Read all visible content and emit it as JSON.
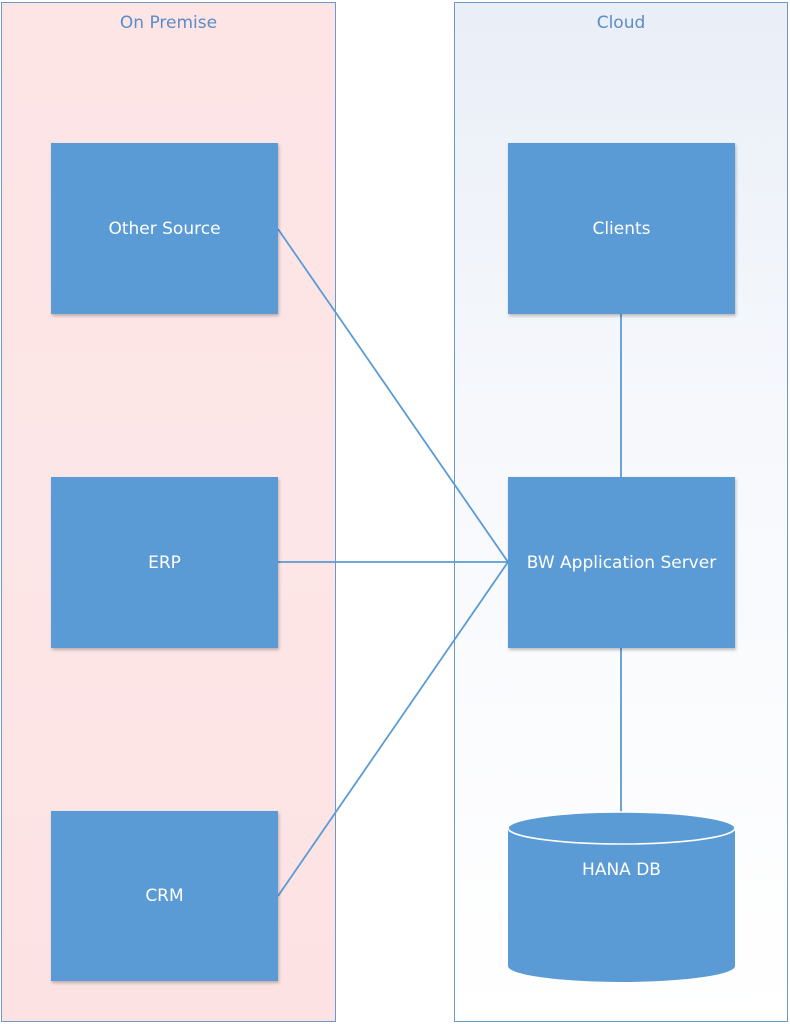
{
  "zones": {
    "on_premise": {
      "title": "On Premise"
    },
    "cloud": {
      "title": "Cloud"
    }
  },
  "nodes": {
    "other_source": "Other Source",
    "erp": "ERP",
    "crm": "CRM",
    "clients": "Clients",
    "bw_server": "BW Application Server",
    "hana_db": "HANA DB"
  },
  "colors": {
    "node_fill": "#5b9bd5",
    "connector": "#5b9bd5",
    "on_premise_bg": "#fde4e5",
    "cloud_bg": "#eef2f9",
    "zone_border": "#6a9bc6"
  },
  "connections": [
    {
      "from": "other_source",
      "to": "bw_server"
    },
    {
      "from": "erp",
      "to": "bw_server"
    },
    {
      "from": "crm",
      "to": "bw_server"
    },
    {
      "from": "clients",
      "to": "bw_server"
    },
    {
      "from": "bw_server",
      "to": "hana_db"
    }
  ]
}
